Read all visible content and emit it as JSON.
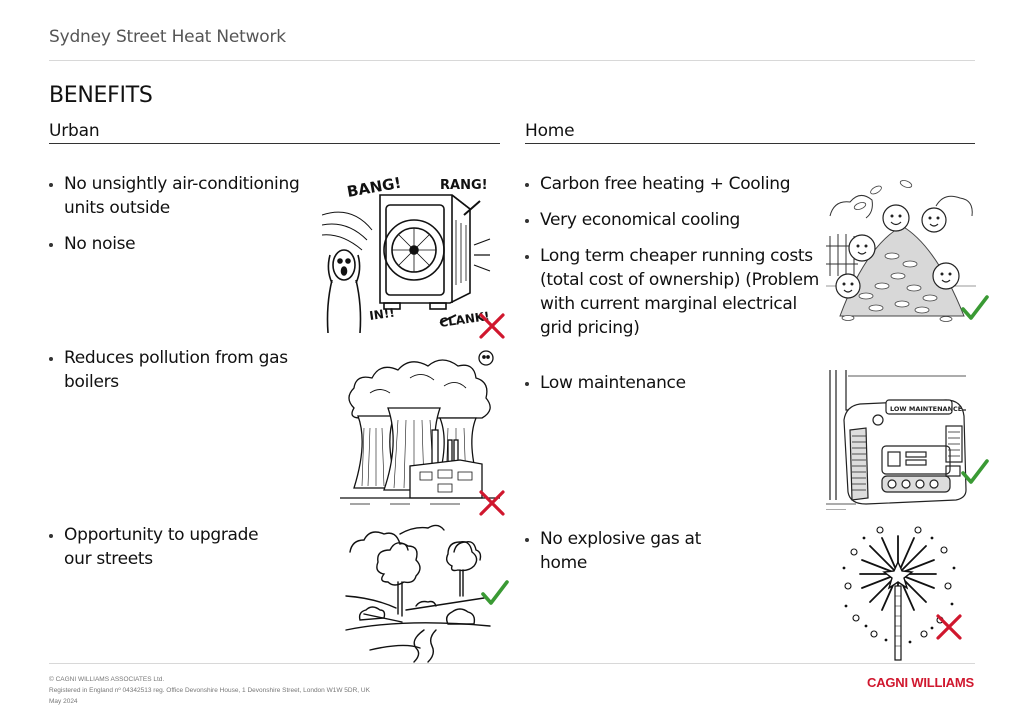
{
  "header": {
    "title": "Sydney Street Heat Network"
  },
  "page": {
    "title": "BENEFITS"
  },
  "columns": {
    "urban": {
      "heading": "Urban",
      "groups": [
        {
          "items": [
            "No unsightly air-conditioning units outside",
            "No noise"
          ],
          "illustration": "air-conditioning-unit-noise-illustration",
          "illustration_text": [
            "BANG!",
            "RANG!",
            "IN!!",
            "CLANK!"
          ],
          "verdict": "cross"
        },
        {
          "items": [
            "Reduces pollution from gas boilers"
          ],
          "illustration": "power-plant-cooling-towers-illustration",
          "verdict": "cross"
        },
        {
          "items": [
            "Opportunity to upgrade our streets"
          ],
          "illustration": "park-landscape-trees-illustration",
          "verdict": "check"
        }
      ]
    },
    "home": {
      "heading": "Home",
      "groups": [
        {
          "items": [
            "Carbon free heating + Cooling",
            "Very economical cooling",
            "Long term cheaper running costs (total cost of ownership) (Problem with current marginal electrical grid pricing)"
          ],
          "illustration": "children-on-coin-pile-illustration",
          "verdict": "check"
        },
        {
          "items": [
            "Low maintenance"
          ],
          "illustration": "low-maintenance-unit-illustration",
          "illustration_text": [
            "LOW MAINTENANCE"
          ],
          "verdict": "check"
        },
        {
          "items": [
            "No explosive gas at home"
          ],
          "illustration": "sparkler-explosion-illustration",
          "verdict": "cross"
        }
      ]
    }
  },
  "footer": {
    "copyright": "© CAGNI WILLIAMS ASSOCIATES Ltd.",
    "registration": "Registered in England nº 04342513 reg. Office Devonshire House, 1 Devonshire Street, London W1W 5DR, UK",
    "date": "May 2024",
    "brand": "CAGNI WILLIAMS"
  },
  "colors": {
    "check": "#3a9a34",
    "cross": "#d0172e",
    "brand": "#d0172e"
  }
}
